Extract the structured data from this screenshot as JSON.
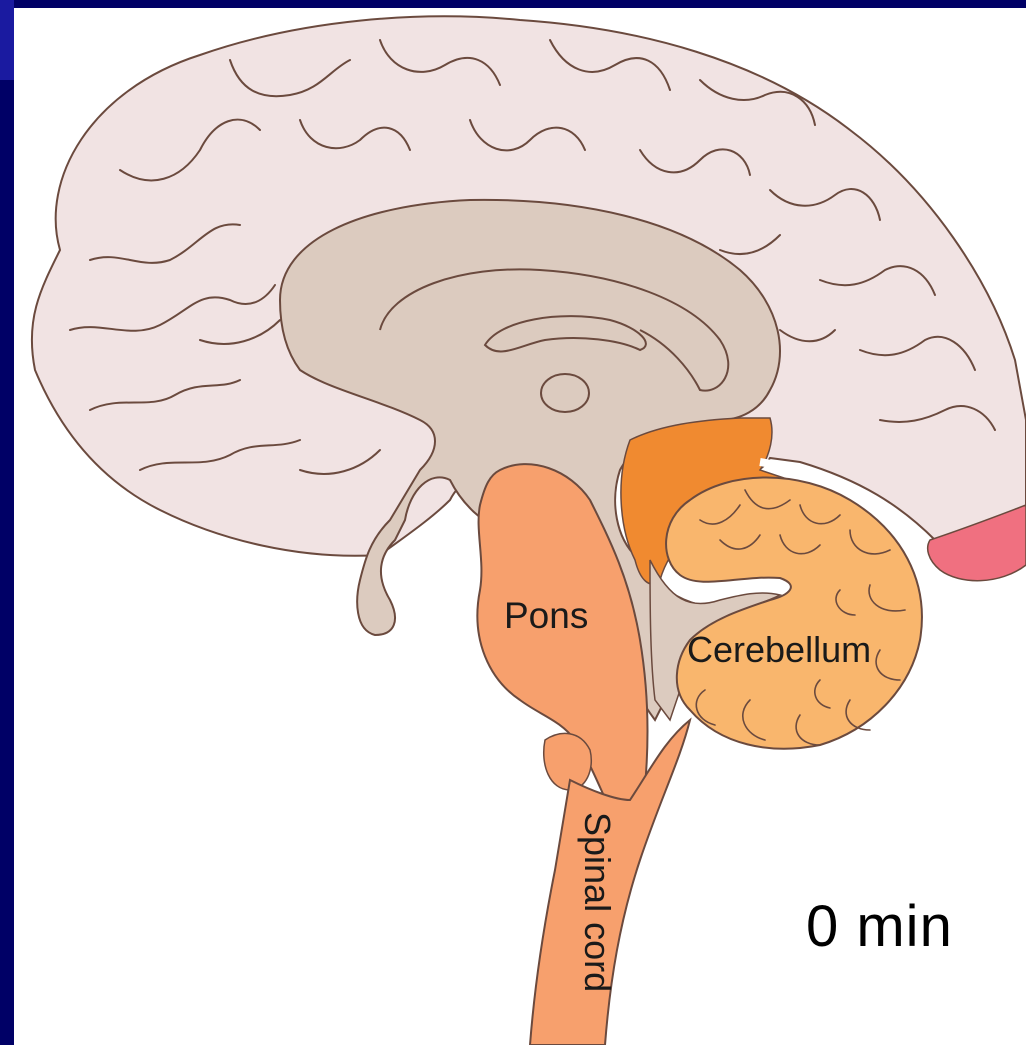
{
  "labels": {
    "pons": "Pons",
    "cerebellum": "Cerebellum",
    "spinal_cord": "Spinal cord"
  },
  "time_indicator": "0 min",
  "colors": {
    "background_frame": "#000066",
    "canvas": "#ffffff",
    "cortex": "#f1e3e3",
    "inner_brain": "#dccbbf",
    "brainstem": "#f7a06d",
    "cerebellum": "#f9b66d",
    "highlight_orange": "#f08a30",
    "highlight_pink": "#f07080",
    "outline": "#6b4a3e"
  }
}
